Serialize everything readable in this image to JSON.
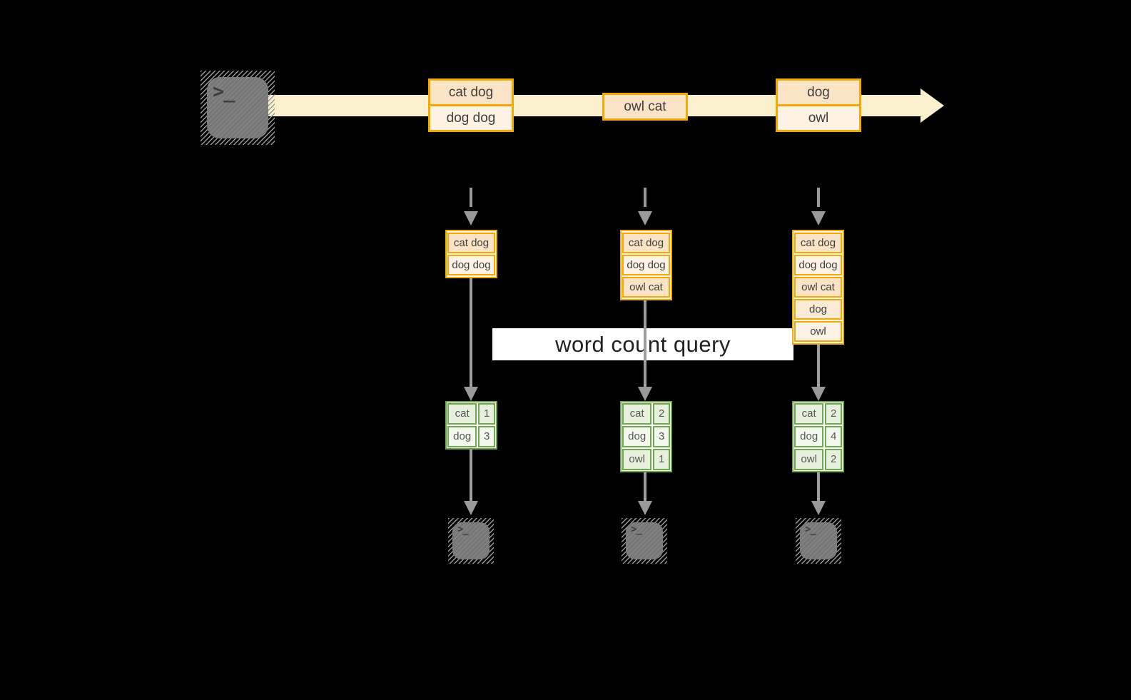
{
  "colors": {
    "background": "#000000",
    "gold_border": "#F2A90A",
    "cell_dark": "#FBE3C6",
    "cell_light": "#FDF2E3",
    "cell_medium": "#FCEBD4",
    "stream_band": "#FAF0CE",
    "green_border": "#70A84F",
    "green_row": "#E7F0DC",
    "green_row_alt": "#F3F8EF",
    "arrow_gray": "#999999",
    "terminal_gray": "#7D7D7D",
    "banner_bg": "#FFFFFF"
  },
  "banner": {
    "label": "word count query"
  },
  "source_terminal": {
    "glyph": ">_"
  },
  "stream": {
    "batches": [
      {
        "cells": [
          {
            "label": "cat dog",
            "shade": "dark"
          },
          {
            "label": "dog dog",
            "shade": "light"
          }
        ]
      },
      {
        "cells": [
          {
            "label": "owl cat",
            "shade": "dark"
          }
        ]
      },
      {
        "cells": [
          {
            "label": "dog",
            "shade": "dark"
          },
          {
            "label": "owl",
            "shade": "light"
          }
        ]
      }
    ]
  },
  "columns": [
    {
      "stack": [
        {
          "label": "cat dog",
          "shade": "dark"
        },
        {
          "label": "dog dog",
          "shade": "light"
        }
      ],
      "table": [
        {
          "word": "cat",
          "count": "1"
        },
        {
          "word": "dog",
          "count": "3"
        }
      ],
      "terminal": {
        "glyph": ">_"
      }
    },
    {
      "stack": [
        {
          "label": "cat dog",
          "shade": "dark"
        },
        {
          "label": "dog dog",
          "shade": "light"
        },
        {
          "label": "owl cat",
          "shade": "dark"
        }
      ],
      "table": [
        {
          "word": "cat",
          "count": "2"
        },
        {
          "word": "dog",
          "count": "3"
        },
        {
          "word": "owl",
          "count": "1"
        }
      ],
      "terminal": {
        "glyph": ">_"
      }
    },
    {
      "stack": [
        {
          "label": "cat dog",
          "shade": "dark"
        },
        {
          "label": "dog dog",
          "shade": "light"
        },
        {
          "label": "owl cat",
          "shade": "dark"
        },
        {
          "label": "dog",
          "shade": "medium"
        },
        {
          "label": "owl",
          "shade": "light"
        }
      ],
      "table": [
        {
          "word": "cat",
          "count": "2"
        },
        {
          "word": "dog",
          "count": "4"
        },
        {
          "word": "owl",
          "count": "2"
        }
      ],
      "terminal": {
        "glyph": ">_"
      }
    }
  ]
}
